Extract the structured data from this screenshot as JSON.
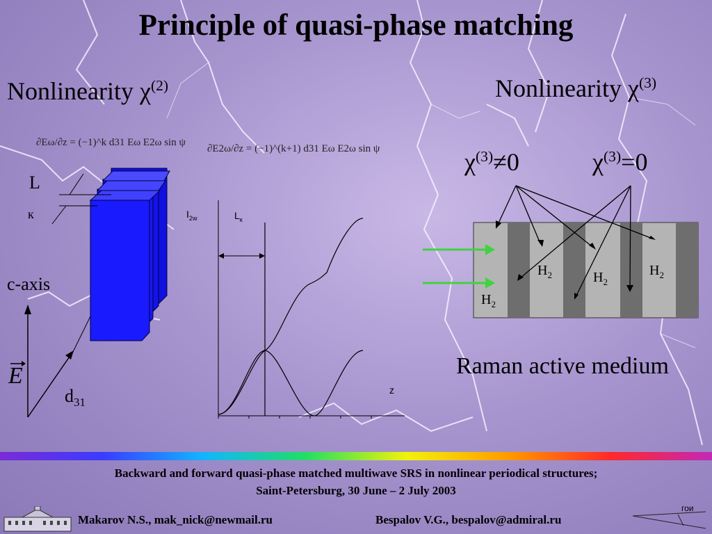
{
  "title": "Principle of quasi-phase matching",
  "left_heading": {
    "text": "Nonlinearity χ",
    "sup": "(2)"
  },
  "right_heading": {
    "text": "Nonlinearity χ",
    "sup": "(3)"
  },
  "equation1": "∂Eω/∂z = (−1)^k d31 Eω E2ω sin ψ",
  "equation2": "∂E2ω/∂z = (−1)^(k+1) d31 Eω E2ω sin ψ",
  "crystal": {
    "L_label": "L",
    "kappa_label": "к",
    "c_axis_label": "c-axis",
    "E_label": "E",
    "d_label": "d",
    "d_sub": "31"
  },
  "graph": {
    "y_label": "I",
    "y_sub": "2w",
    "Lk_label": "L",
    "Lk_sub": "к",
    "x_label": "z"
  },
  "raman": {
    "chi_nonzero": {
      "chi": "χ",
      "sup": "(3)",
      "rest": "≠0"
    },
    "chi_zero": {
      "chi": "χ",
      "sup": "(3)",
      "rest": "=0"
    },
    "h2": "H",
    "h2_sub": "2",
    "caption": "Raman active medium"
  },
  "footer": {
    "line1": "Backward and forward quasi-phase matched multiwave SRS in nonlinear periodical structures;",
    "line2": "Saint-Petersburg, 30 June – 2 July 2003",
    "author1": "Makarov N.S., mak_nick@newmail.ru",
    "author2": "Bespalov V.G., bespalov@admiral.ru",
    "logo_text": "гои"
  },
  "colors": {
    "crystal_blue": "#1a1aff",
    "green_arrow": "#3fd33f",
    "stripe_dark": "#6e6e6e",
    "stripe_light": "#b4b4b4"
  }
}
